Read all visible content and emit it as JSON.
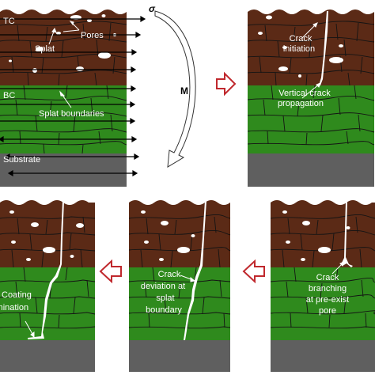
{
  "colors": {
    "tc": "#5b2a16",
    "bc": "#2f8a1d",
    "substrate": "#5f5f5f",
    "boundary": "#141414",
    "crack": "#ffffff",
    "arrow_outline": "#c0282d"
  },
  "panel1": {
    "tc_label": "TC",
    "bc_label": "BC",
    "substrate_label": "Substrate",
    "pores_label": "Pores",
    "splat_label": "Splat",
    "splat_boundaries_label": "Splat boundaries",
    "sigma_label": "σ",
    "moment_label": "M"
  },
  "panel2": {
    "line1": "Crack",
    "line2": "initiation",
    "line3": "Vertical crack",
    "line4": "propagation"
  },
  "panel3": {
    "line1": "Crack",
    "line2": "branching",
    "line3": "at pre-exist",
    "line4": "pore"
  },
  "panel4": {
    "line1": "Crack",
    "line2": "deviation at",
    "line3": "splat",
    "line4": "boundary"
  },
  "panel5": {
    "line1": "Coating",
    "line2": "lamination"
  }
}
